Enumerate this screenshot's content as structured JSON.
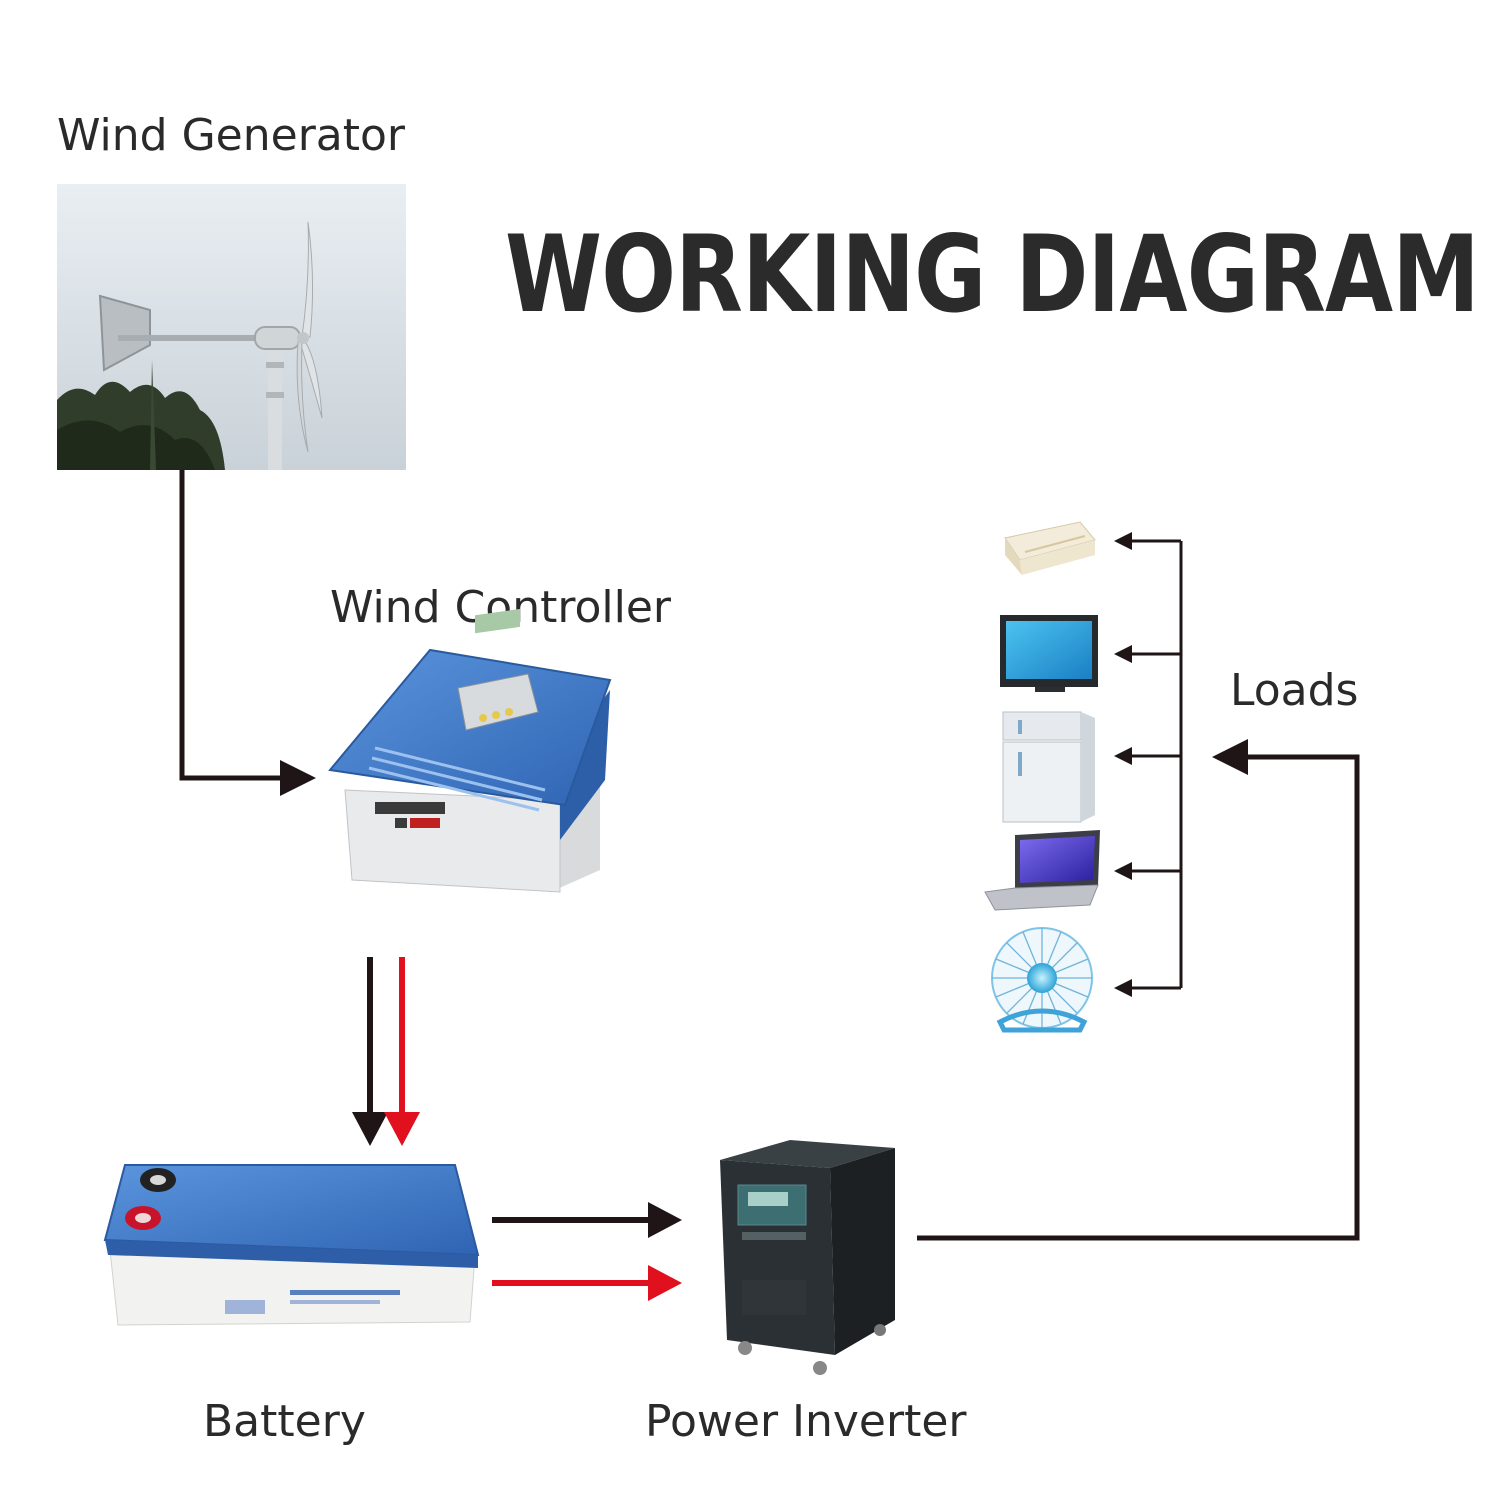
{
  "title": "WORKING DIAGRAM",
  "labels": {
    "wind_generator": "Wind Generator",
    "wind_controller": "Wind Controller",
    "loads": "Loads",
    "battery": "Battery",
    "power_inverter": "Power Inverter"
  },
  "colors": {
    "wire_negative": "#1f1416",
    "wire_positive": "#e0101e",
    "device_blue": "#3f78c9",
    "inverter_body": "#24292c"
  },
  "icons": [
    "wind-turbine-icon",
    "wind-controller-icon",
    "battery-icon",
    "power-inverter-icon",
    "air-conditioner-icon",
    "television-icon",
    "refrigerator-icon",
    "laptop-icon",
    "fan-icon"
  ]
}
